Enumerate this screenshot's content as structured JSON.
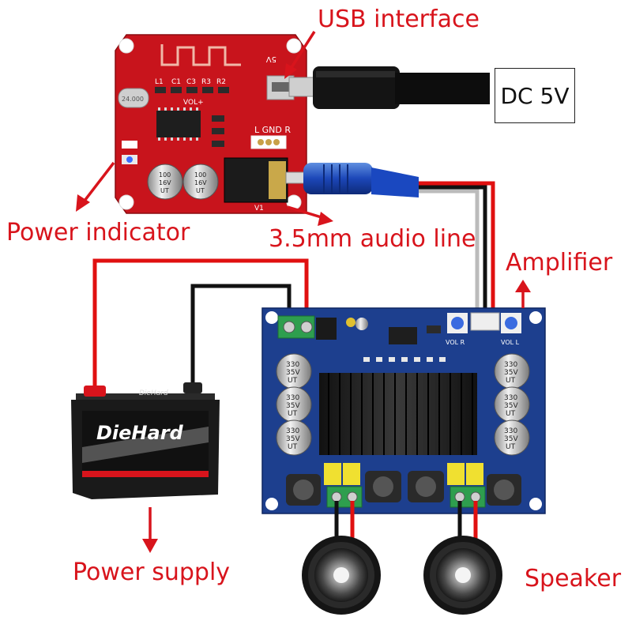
{
  "labels": {
    "usb": "USB interface",
    "dc": "DC 5V",
    "power_indicator": "Power indicator",
    "audio_line": "3.5mm audio line",
    "amplifier": "Amplifier",
    "power_supply": "Power supply",
    "speaker": "Speaker"
  },
  "bt_board": {
    "pins": "L GND R",
    "ref_leds": [
      "L1",
      "C1",
      "C3",
      "R3",
      "R2"
    ],
    "volume_mark": "VOL+",
    "usb_mark": "5V",
    "crystal": "24.000",
    "cap_text": [
      "100",
      "16V",
      "UT"
    ],
    "jack_ref": "V1"
  },
  "battery": {
    "brand": "DieHard",
    "top_brand": "DieHard"
  },
  "amp_board": {
    "cap_text": [
      "330",
      "35V",
      "UT"
    ],
    "vol_left": "VOL L",
    "vol_right": "VOL R"
  },
  "colors": {
    "label": "#d8141c",
    "pcb_red": "#c8141c",
    "pcb_blue": "#1d3f8e",
    "wire_red": "#e01010",
    "wire_black": "#111111"
  }
}
